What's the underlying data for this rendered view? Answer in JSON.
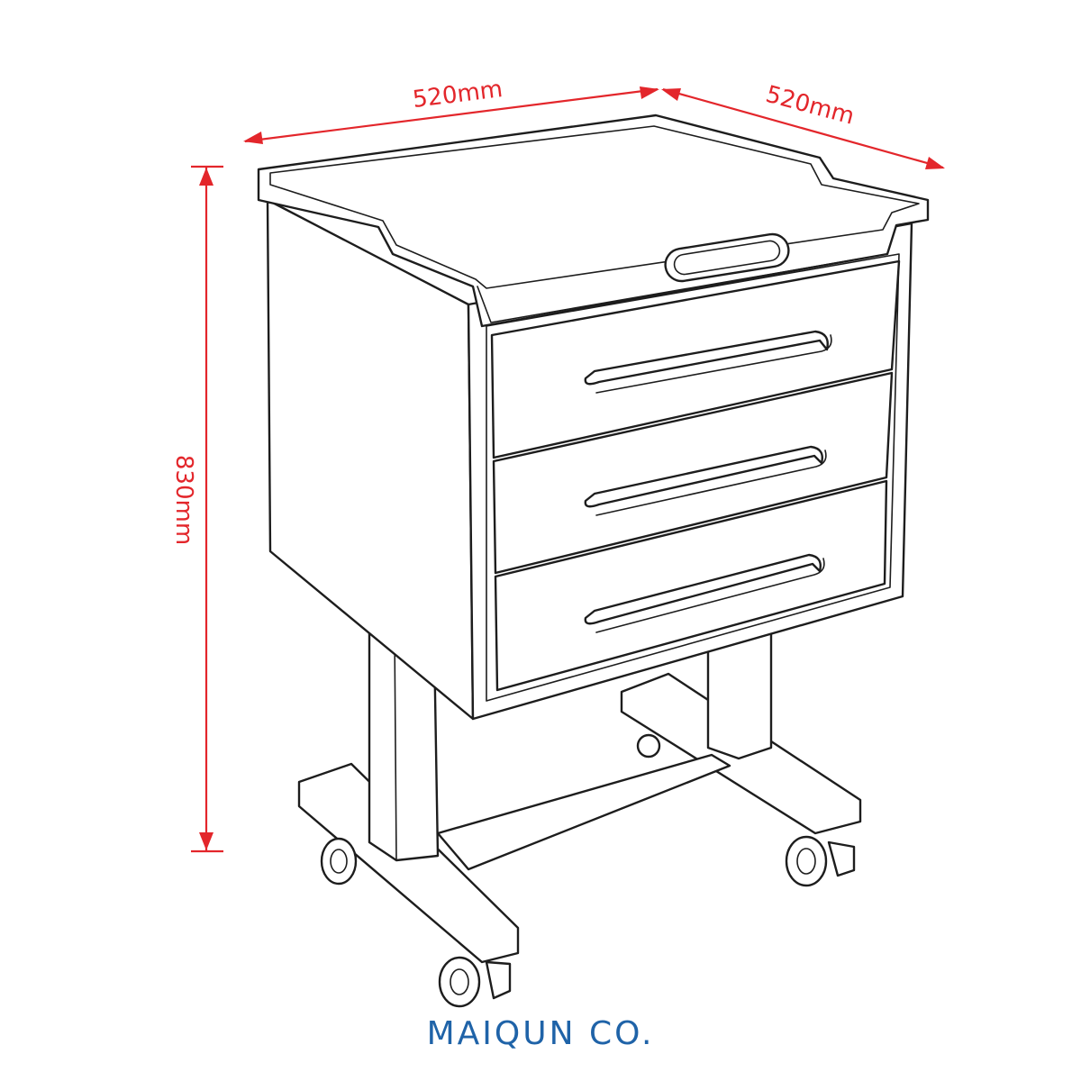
{
  "dimensions": {
    "width_front": "520mm",
    "width_side": "520mm",
    "height": "830mm"
  },
  "brand": {
    "name": "MAIQUN CO."
  },
  "colors": {
    "dimension": "#e3262b",
    "brand": "#1f63a8",
    "outline": "#1d1d1d"
  },
  "product": {
    "drawer_count": 3,
    "caster_count": 4
  }
}
